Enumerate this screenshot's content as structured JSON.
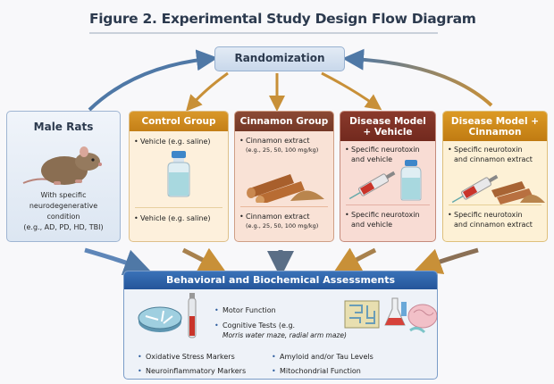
{
  "title": "Figure 2. Experimental Study Design Flow Diagram",
  "randomization": {
    "label": "Randomization"
  },
  "subjects": {
    "title": "Male Rats",
    "icon": "rat-icon",
    "description_lines": [
      "With specific",
      "neurodegenerative",
      "condition",
      "(e.g., AD, PD, HD, TBI)"
    ]
  },
  "groups": [
    {
      "title": "Control Group",
      "color": "#c98620",
      "top_item": "Vehicle (e.g. saline)",
      "top_sub": "",
      "bottom_item": "Vehicle (e.g. saline)",
      "bottom_sub": "",
      "icons": [
        "vial-icon"
      ]
    },
    {
      "title": "Cinnamon Group",
      "color": "#7c3f2b",
      "top_item": "Cinnamon extract",
      "top_sub": "(e.g., 25, 50, 100 mg/kg)",
      "bottom_item": "Cinnamon extract",
      "bottom_sub": "(e.g., 25, 50, 100 mg/kg)",
      "icons": [
        "cinnamon-sticks-icon"
      ]
    },
    {
      "title_line1": "Disease Model",
      "title_line2": "+ Vehicle",
      "color": "#7a2f22",
      "top_item_l1": "Specific neurotoxin",
      "top_item_l2": "and vehicle",
      "bottom_item_l1": "Specific neurotoxin",
      "bottom_item_l2": "and vehicle",
      "icons": [
        "syringe-icon",
        "vial-icon"
      ]
    },
    {
      "title_line1": "Disease Model +",
      "title_line2": "Cinnamon",
      "color": "#c98318",
      "top_item_l1": "Specific neurotoxin",
      "top_item_l2": "and cinnamon extract",
      "bottom_item_l1": "Specific neurotoxin",
      "bottom_item_l2": "and cinnamon extract",
      "icons": [
        "syringe-icon",
        "cinnamon-sticks-icon"
      ]
    }
  ],
  "assessments": {
    "title": "Behavioral and Biochemical Assessments",
    "color": "#2d62a8",
    "items": {
      "motor": "Motor Function",
      "cognitive": "Cognitive Tests (e.g.",
      "cognitive_detail": "Morris water maze, radial arm maze)",
      "oxidative": "Oxidative Stress Markers",
      "neuroinflammatory": "Neuroinflammatory Markers",
      "amyloid": "Amyloid and/or Tau Levels",
      "mitochondrial": "Mitochondrial Function"
    },
    "icons": [
      "water-maze-icon",
      "test-tube-icon",
      "maze-icon",
      "flask-icon",
      "brain-icon"
    ]
  }
}
